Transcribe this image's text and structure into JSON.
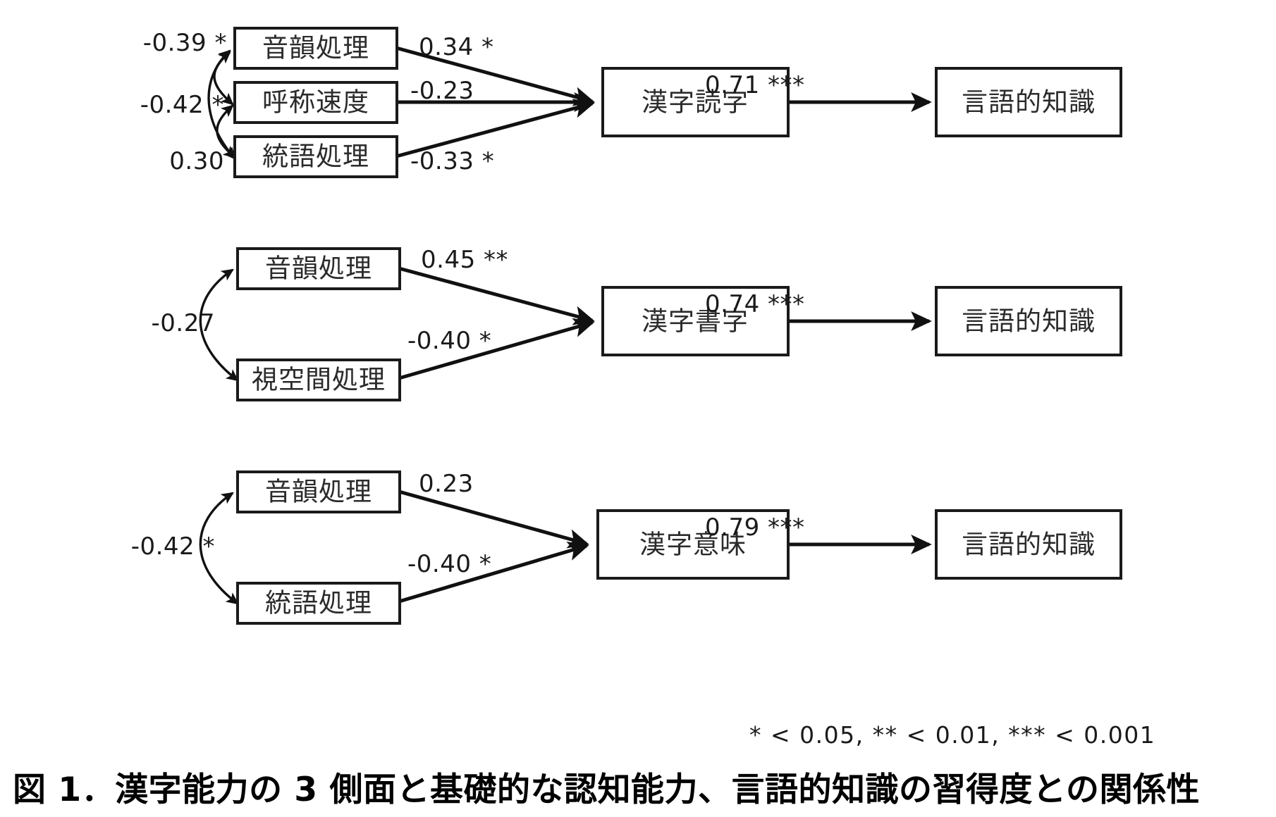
{
  "figure": {
    "caption": "図 1．漢字能力の 3 側面と基礎的な認知能力、言語的知識の習得度との関係性",
    "significance_legend": "* < 0.05, ** < 0.01, *** < 0.001"
  },
  "chart_data": {
    "type": "diagram",
    "subtype": "path-diagram",
    "title": "図 1．漢字能力の 3 側面と基礎的な認知能力、言語的知識の習得度との関係性",
    "legend": "* < 0.05, ** < 0.01, *** < 0.001",
    "panels": [
      {
        "id": "panel-reading",
        "predictors": [
          "音韻処理",
          "呼称速度",
          "統語処理"
        ],
        "mediator": "漢字読字",
        "outcome": "言語的知識",
        "paths": [
          {
            "from": "音韻処理",
            "to": "漢字読字",
            "value": "0.34",
            "stars": "*",
            "label": "0.34 *"
          },
          {
            "from": "呼称速度",
            "to": "漢字読字",
            "value": "-0.23",
            "stars": "",
            "label": "-0.23"
          },
          {
            "from": "統語処理",
            "to": "漢字読字",
            "value": "-0.33",
            "stars": "*",
            "label": "-0.33 *"
          },
          {
            "from": "漢字読字",
            "to": "言語的知識",
            "value": "0.71",
            "stars": "***",
            "label": "0.71 ***"
          }
        ],
        "correlations": [
          {
            "between": [
              "音韻処理",
              "呼称速度"
            ],
            "value": "-0.39",
            "stars": "*",
            "label": "-0.39 *"
          },
          {
            "between": [
              "音韻処理",
              "統語処理"
            ],
            "value": "-0.42",
            "stars": "*",
            "label": "-0.42 *"
          },
          {
            "between": [
              "呼称速度",
              "統語処理"
            ],
            "value": "0.30",
            "stars": "",
            "label": "0.30"
          }
        ]
      },
      {
        "id": "panel-writing",
        "predictors": [
          "音韻処理",
          "視空間処理"
        ],
        "mediator": "漢字書字",
        "outcome": "言語的知識",
        "paths": [
          {
            "from": "音韻処理",
            "to": "漢字書字",
            "value": "0.45",
            "stars": "**",
            "label": "0.45 **"
          },
          {
            "from": "視空間処理",
            "to": "漢字書字",
            "value": "-0.40",
            "stars": "*",
            "label": "-0.40 *"
          },
          {
            "from": "漢字書字",
            "to": "言語的知識",
            "value": "0.74",
            "stars": "***",
            "label": "0.74 ***"
          }
        ],
        "correlations": [
          {
            "between": [
              "音韻処理",
              "視空間処理"
            ],
            "value": "-0.27",
            "stars": "",
            "label": "-0.27"
          }
        ]
      },
      {
        "id": "panel-meaning",
        "predictors": [
          "音韻処理",
          "統語処理"
        ],
        "mediator": "漢字意味",
        "outcome": "言語的知識",
        "paths": [
          {
            "from": "音韻処理",
            "to": "漢字意味",
            "value": "0.23",
            "stars": "",
            "label": "0.23"
          },
          {
            "from": "統語処理",
            "to": "漢字意味",
            "value": "-0.40",
            "stars": "*",
            "label": "-0.40 *"
          },
          {
            "from": "漢字意味",
            "to": "言語的知識",
            "value": "0.79",
            "stars": "***",
            "label": "0.79 ***"
          }
        ],
        "correlations": [
          {
            "between": [
              "音韻処理",
              "統語処理"
            ],
            "value": "-0.42",
            "stars": "*",
            "label": "-0.42 *"
          }
        ]
      }
    ]
  },
  "panel1": {
    "box_phonological": "音韻処理",
    "box_naming_speed": "呼称速度",
    "box_syntactic": "統語処理",
    "box_mediator": "漢字読字",
    "box_outcome": "言語的知識",
    "corr_phon_naming": "-0.39 *",
    "corr_phon_syn": "-0.42 *",
    "corr_naming_syn": "0.30",
    "path_phon": "0.34 *",
    "path_naming": "-0.23",
    "path_syn": "-0.33 *",
    "path_outcome": "0.71 ***"
  },
  "panel2": {
    "box_phonological": "音韻処理",
    "box_visuospatial": "視空間処理",
    "box_mediator": "漢字書字",
    "box_outcome": "言語的知識",
    "corr_phon_visuo": "-0.27",
    "path_phon": "0.45 **",
    "path_visuo": "-0.40 *",
    "path_outcome": "0.74 ***"
  },
  "panel3": {
    "box_phonological": "音韻処理",
    "box_syntactic": "統語処理",
    "box_mediator": "漢字意味",
    "box_outcome": "言語的知識",
    "corr_phon_syn": "-0.42 *",
    "path_phon": "0.23",
    "path_syn": "-0.40 *",
    "path_outcome": "0.79 ***"
  }
}
